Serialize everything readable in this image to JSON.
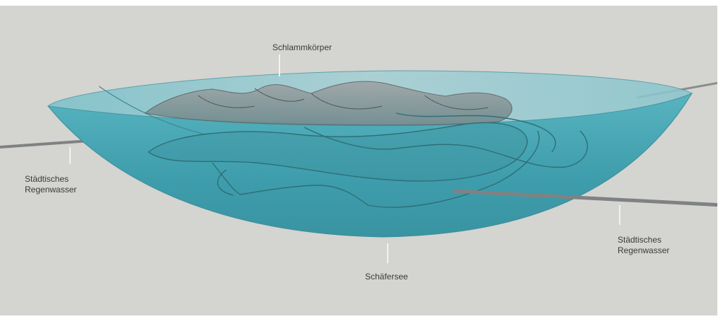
{
  "diagram": {
    "background_color": "#d4d4d0",
    "water_color": "#4aa6b4",
    "mesh_color": "#2e6f78",
    "pipe_color": "#7f8283",
    "labels": {
      "sludge_body": "Schlammkörper",
      "stormwater_left_line1": "Städtisches",
      "stormwater_left_line2": "Regenwasser",
      "lake": "Schäfersee",
      "stormwater_right_line1": "Städtisches",
      "stormwater_right_line2": "Regenwasser"
    }
  }
}
